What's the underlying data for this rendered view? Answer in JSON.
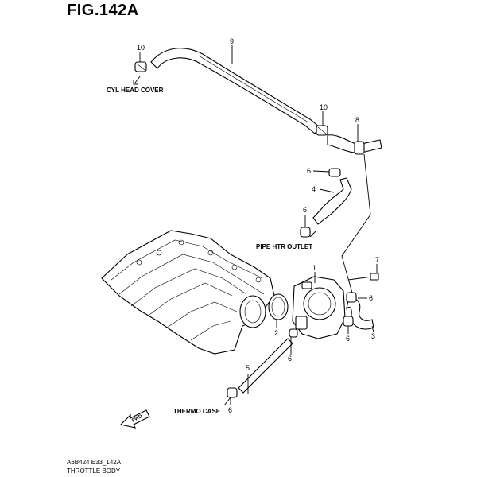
{
  "figure": {
    "title": "FIG.142A",
    "diagram_code": "A6B424 E33_142A",
    "diagram_name": "THROTTLE BODY"
  },
  "callouts": {
    "c1": "1",
    "c2": "2",
    "c3": "3",
    "c4": "4",
    "c5": "5",
    "c6a": "6",
    "c6b": "6",
    "c6c": "6",
    "c6d": "6",
    "c6e": "6",
    "c6f": "6",
    "c7": "7",
    "c8": "8",
    "c9": "9",
    "c10a": "10",
    "c10b": "10"
  },
  "labels": {
    "cyl_head_cover": "CYL HEAD COVER",
    "pipe_htr_outlet": "PIPE HTR OUTLET",
    "thermo_case": "THERMO CASE",
    "fwd": "FWD"
  }
}
